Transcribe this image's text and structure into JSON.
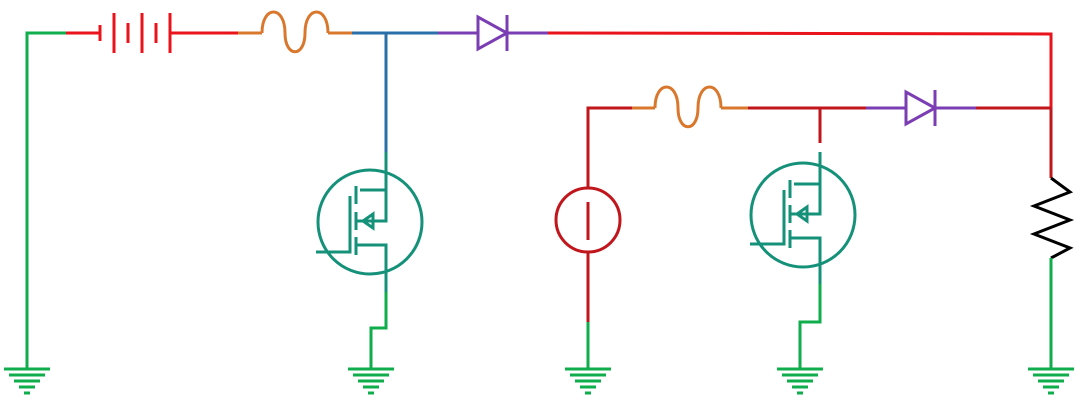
{
  "diagram": {
    "type": "circuit-schematic",
    "colors": {
      "ground": "#0fad4b",
      "supply": "#e8131b",
      "supply_dark": "#c0161c",
      "inductor": "#d9782d",
      "gate_node": "#2a6fa8",
      "diode": "#7a3db3",
      "mosfet": "#15917a"
    },
    "components": [
      {
        "id": "battery",
        "icon": "battery-icon"
      },
      {
        "id": "inductor-1",
        "icon": "inductor-icon"
      },
      {
        "id": "diode-1",
        "icon": "diode-icon"
      },
      {
        "id": "mosfet-1",
        "icon": "mosfet-icon"
      },
      {
        "id": "current-source",
        "icon": "current-source-icon"
      },
      {
        "id": "inductor-2",
        "icon": "inductor-icon"
      },
      {
        "id": "mosfet-2",
        "icon": "mosfet-icon"
      },
      {
        "id": "diode-2",
        "icon": "diode-icon"
      },
      {
        "id": "resistor",
        "icon": "resistor-icon"
      },
      {
        "id": "ground-1",
        "icon": "ground-icon"
      },
      {
        "id": "ground-2",
        "icon": "ground-icon"
      },
      {
        "id": "ground-3",
        "icon": "ground-icon"
      },
      {
        "id": "ground-4",
        "icon": "ground-icon"
      },
      {
        "id": "ground-5",
        "icon": "ground-icon"
      }
    ]
  }
}
